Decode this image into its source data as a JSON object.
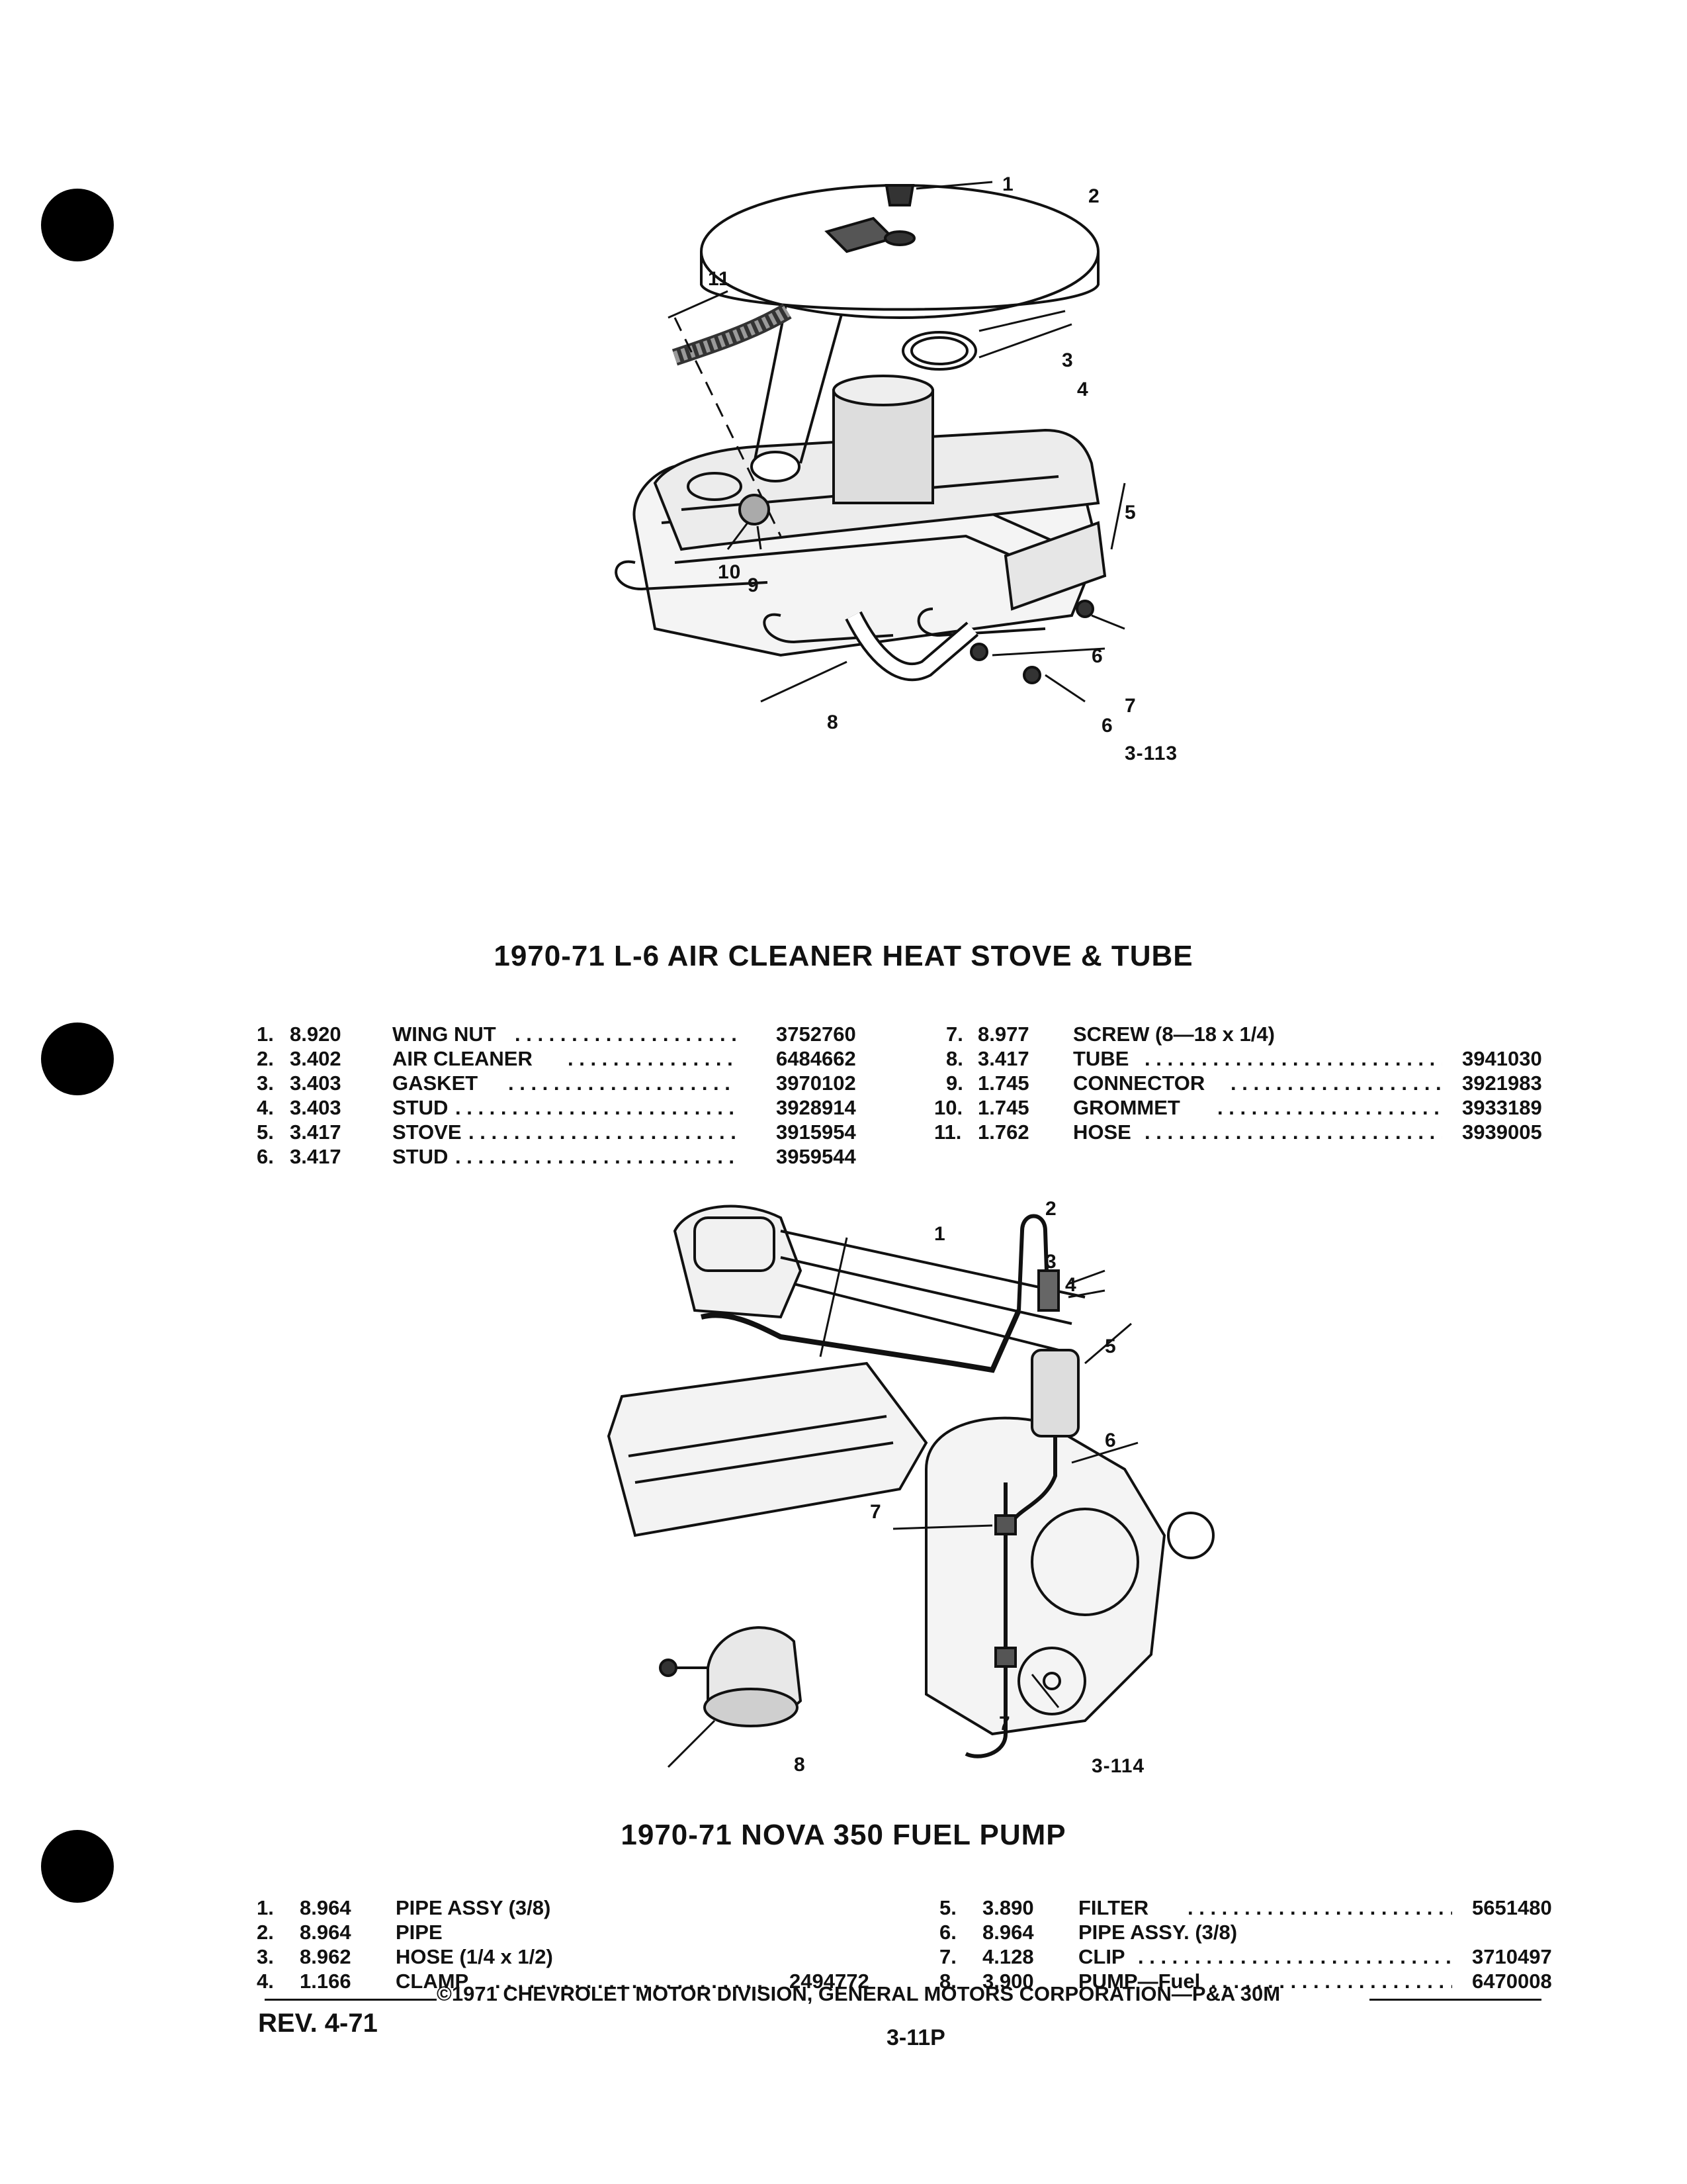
{
  "figure1": {
    "callouts": [
      "1",
      "2",
      "3",
      "4",
      "5",
      "6",
      "6",
      "7",
      "8",
      "9",
      "10",
      "11"
    ],
    "figure_number": "3-113"
  },
  "section1": {
    "title": "1970-71 L-6 AIR CLEANER HEAT STOVE & TUBE",
    "left": [
      {
        "no": "1.",
        "code": "8.920",
        "name": "WING NUT",
        "part": "3752760",
        "dots": true
      },
      {
        "no": "2.",
        "code": "3.402",
        "name": "AIR CLEANER",
        "part": "6484662",
        "dots": true
      },
      {
        "no": "3.",
        "code": "3.403",
        "name": "GASKET",
        "part": "3970102",
        "dots": true
      },
      {
        "no": "4.",
        "code": "3.403",
        "name": "STUD",
        "part": "3928914",
        "dots": true
      },
      {
        "no": "5.",
        "code": "3.417",
        "name": "STOVE",
        "part": "3915954",
        "dots": true
      },
      {
        "no": "6.",
        "code": "3.417",
        "name": "STUD",
        "part": "3959544",
        "dots": true
      }
    ],
    "right": [
      {
        "no": "7.",
        "code": "8.977",
        "name": "SCREW (8—18 x 1/4)",
        "part": "",
        "dots": false
      },
      {
        "no": "8.",
        "code": "3.417",
        "name": "TUBE",
        "part": "3941030",
        "dots": true
      },
      {
        "no": "9.",
        "code": "1.745",
        "name": "CONNECTOR",
        "part": "3921983",
        "dots": true
      },
      {
        "no": "10.",
        "code": "1.745",
        "name": "GROMMET",
        "part": "3933189",
        "dots": true
      },
      {
        "no": "11.",
        "code": "1.762",
        "name": "HOSE",
        "part": "3939005",
        "dots": true
      }
    ]
  },
  "figure2": {
    "callouts": [
      "1",
      "2",
      "3",
      "4",
      "5",
      "6",
      "7",
      "7",
      "8"
    ],
    "figure_number": "3-114"
  },
  "section2": {
    "title": "1970-71 NOVA 350 FUEL PUMP",
    "left": [
      {
        "no": "1.",
        "code": "8.964",
        "name": "PIPE ASSY (3/8)",
        "part": "",
        "dots": false
      },
      {
        "no": "2.",
        "code": "8.964",
        "name": "PIPE",
        "part": "",
        "dots": false
      },
      {
        "no": "3.",
        "code": "8.962",
        "name": "HOSE (1/4 x 1/2)",
        "part": "",
        "dots": false
      },
      {
        "no": "4.",
        "code": "1.166",
        "name": "CLAMP",
        "part": "2494772",
        "dots": true
      }
    ],
    "right": [
      {
        "no": "5.",
        "code": "3.890",
        "name": "FILTER",
        "part": "5651480",
        "dots": true
      },
      {
        "no": "6.",
        "code": "8.964",
        "name": "PIPE ASSY. (3/8)",
        "part": "",
        "dots": false
      },
      {
        "no": "7.",
        "code": "4.128",
        "name": "CLIP",
        "part": "3710497",
        "dots": true
      },
      {
        "no": "8.",
        "code": "3.900",
        "name": "PUMP—Fuel",
        "part": "6470008",
        "dots": true
      }
    ]
  },
  "footer": {
    "copyright": "©1971 CHEVROLET MOTOR DIVISION, GENERAL MOTORS CORPORATION—P&A 30M",
    "revision": "REV. 4-71",
    "page": "3-11P"
  }
}
